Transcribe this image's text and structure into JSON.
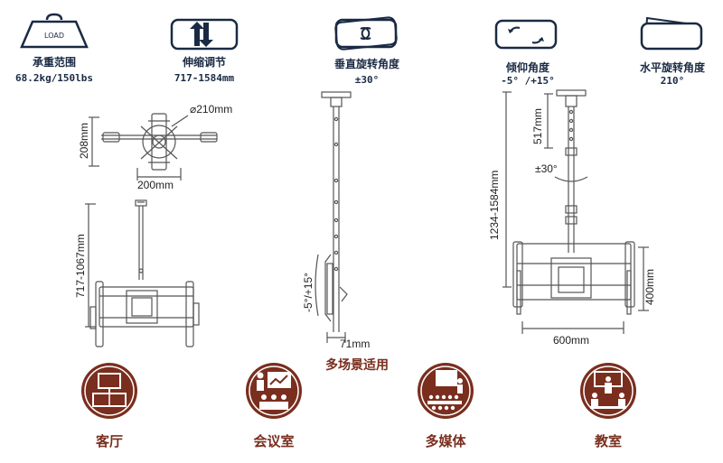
{
  "specs": [
    {
      "icon": "load-weight-icon",
      "icon_text": "LOAD",
      "title": "承重范围",
      "value": "68.2kg/150lbs"
    },
    {
      "icon": "telescopic-arrows-icon",
      "title": "伸缩调节",
      "value": "717-1584mm"
    },
    {
      "icon": "rotate-icon",
      "title": "垂直旋转角度",
      "value": "±30°"
    },
    {
      "icon": "tilt-icon",
      "title": "倾仰角度",
      "value": "-5° /+15°"
    },
    {
      "icon": "swivel-icon",
      "title": "水平旋转角度",
      "value": "210°"
    }
  ],
  "dimensions": {
    "plate_diameter": "⌀210mm",
    "plate_height": "208mm",
    "plate_width": "200mm",
    "pole_range": "717-1067mm",
    "tilt_range": "-5°/+15°",
    "depth": "71mm",
    "upper_pole": "517mm",
    "rotation": "±30°",
    "total_range": "1234-1584mm",
    "bracket_height": "400mm",
    "bracket_width": "600mm"
  },
  "headline": "多场景适用",
  "scenes": [
    {
      "icon": "tv-cabinet-icon",
      "label": "客厅"
    },
    {
      "icon": "presentation-meeting-icon",
      "label": "会议室"
    },
    {
      "icon": "classroom-audience-icon",
      "label": "多媒体"
    },
    {
      "icon": "teacher-students-icon",
      "label": "教室"
    }
  ],
  "colors": {
    "navy": "#1a2a44",
    "brown": "#7a2e1e",
    "line": "#555555"
  }
}
